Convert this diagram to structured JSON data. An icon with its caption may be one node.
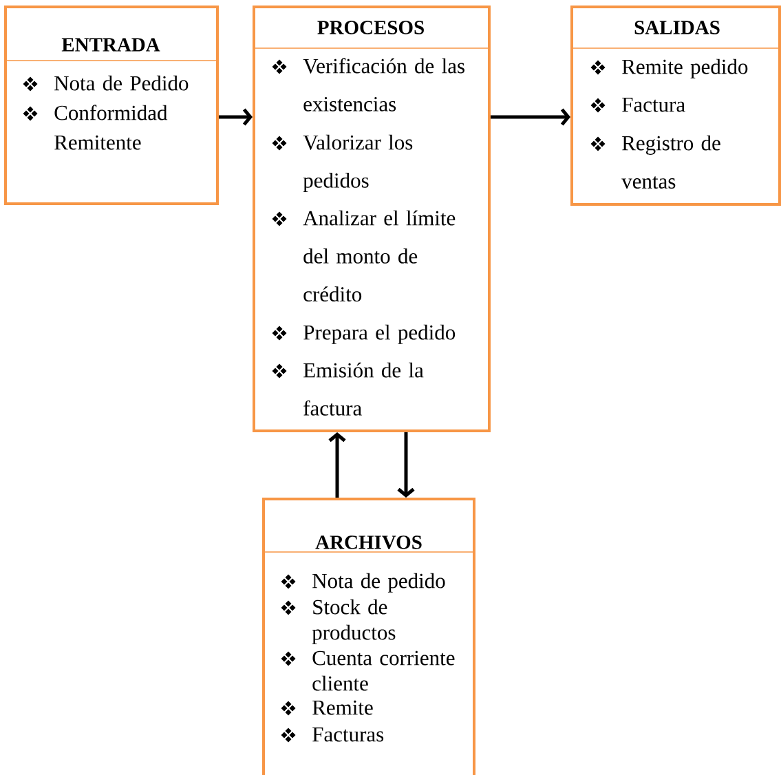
{
  "diagram": {
    "nodes": [
      {
        "text": [
          "ENTRADA",
          "Nota de Pedido",
          "Conformidad Remitente"
        ]
      },
      {
        "text": [
          "PROCESOS",
          "Verificación de las existencias",
          "Valorizar los pedidos",
          "Analizar el límite del monto de crédito",
          "Prepara el pedido",
          "Emisión de la factura"
        ]
      },
      {
        "text": [
          "SALIDAS",
          "Remite pedido",
          "Factura",
          "Registro de ventas"
        ]
      },
      {
        "text": [
          "ARCHIVOS",
          "Nota de pedido",
          "Stock de productos",
          "Cuenta corriente cliente",
          "Remite",
          "Facturas"
        ]
      }
    ],
    "edges": [
      {
        "from": 0,
        "to": 1,
        "arrow": "to"
      },
      {
        "from": 1,
        "to": 2,
        "arrow": "to"
      },
      {
        "from": 3,
        "to": 1,
        "arrow": "to"
      },
      {
        "from": 1,
        "to": 3,
        "arrow": "to"
      }
    ]
  }
}
